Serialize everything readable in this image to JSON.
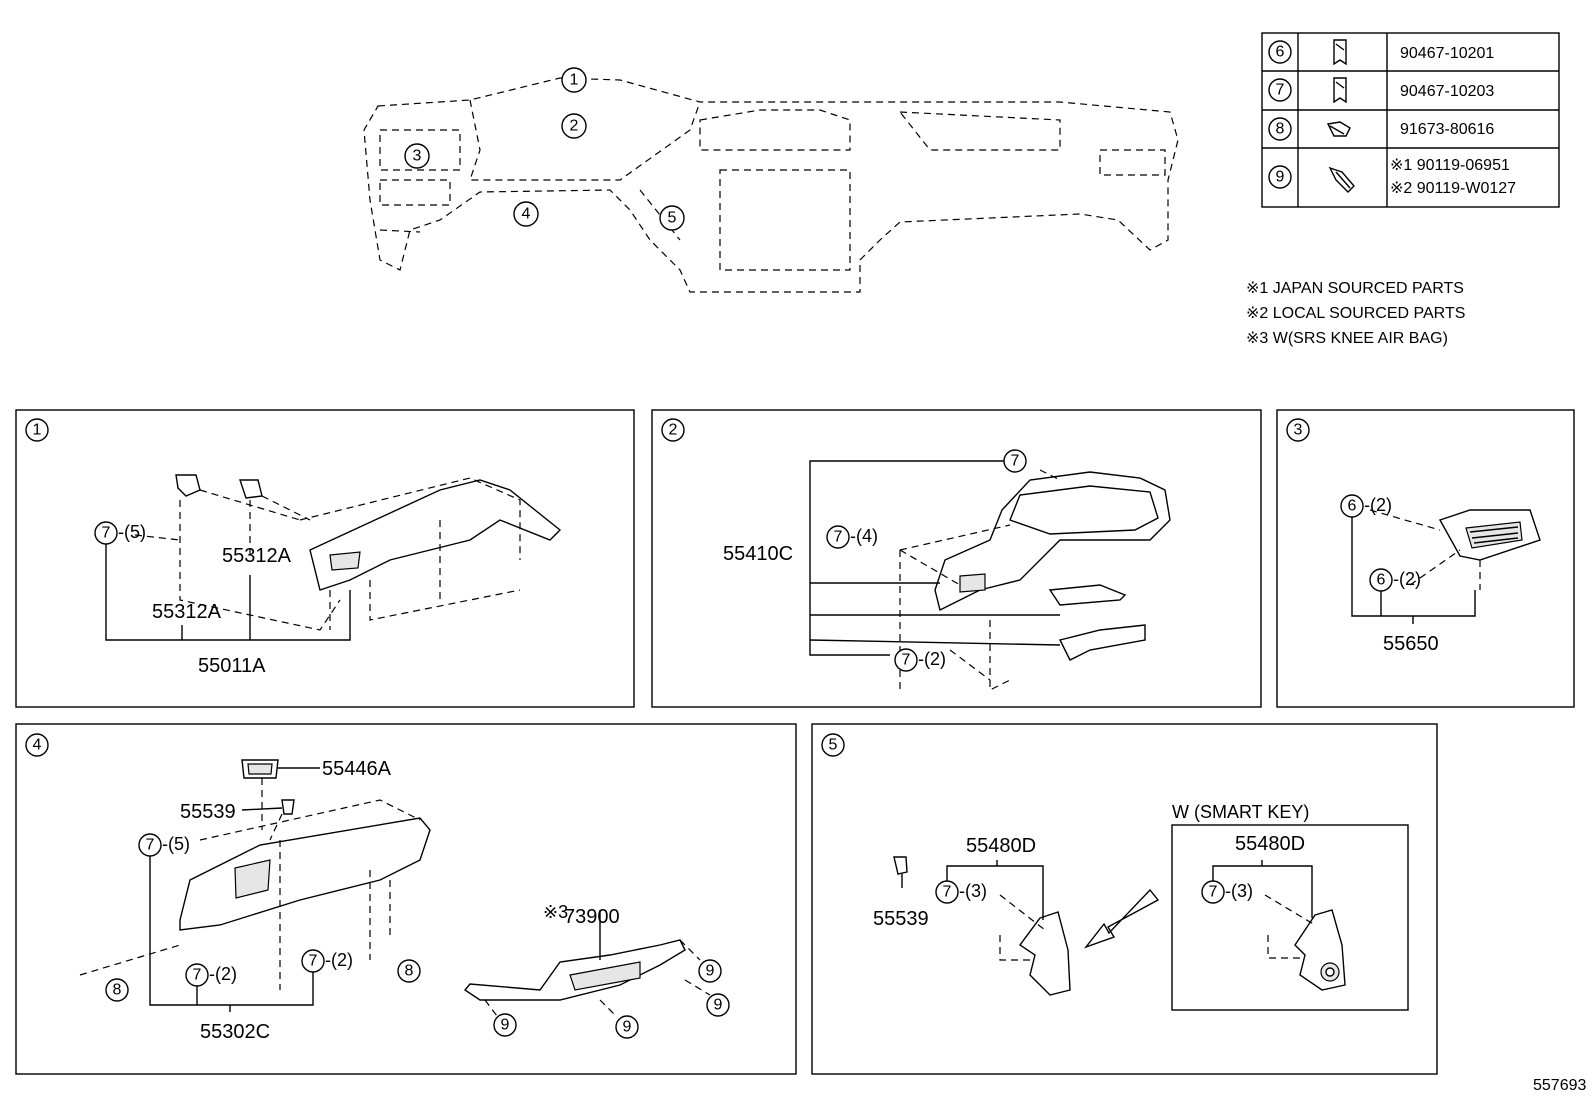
{
  "callouts": [
    "1",
    "2",
    "3",
    "4",
    "5",
    "6",
    "7",
    "8",
    "9"
  ],
  "fastener_table": {
    "rows": [
      {
        "ref": "6",
        "icon": "clip-icon",
        "part_no": "90467-10201"
      },
      {
        "ref": "7",
        "icon": "clip-icon",
        "part_no": "90467-10203"
      },
      {
        "ref": "8",
        "icon": "screw-icon",
        "part_no": "91673-80616"
      },
      {
        "ref": "9",
        "icon": "bolt-icon",
        "part_no_1": "※1 90119-06951",
        "part_no_2": "※2 90119-W0127"
      }
    ]
  },
  "notes": [
    "※1 JAPAN SOURCED PARTS",
    "※2 LOCAL SOURCED PARTS",
    "※3 W(SRS KNEE AIR BAG)"
  ],
  "panel1": {
    "parts": [
      "55312A",
      "55312A",
      "55011A"
    ],
    "qty7": "-(5)"
  },
  "panel2": {
    "parts": [
      "55410C"
    ],
    "qty7a": "-(4)",
    "qty7b": "-(2)"
  },
  "panel3": {
    "parts": [
      "55650"
    ],
    "qty6a": "-(2)",
    "qty6b": "-(2)"
  },
  "panel4": {
    "parts": [
      "55446A",
      "55539",
      "55302C",
      "73900"
    ],
    "qty7a": "-(5)",
    "qty7b": "-(2)",
    "qty7c": "-(2)",
    "airbag_mark": "※3"
  },
  "panel5": {
    "parts": [
      "55480D",
      "55539",
      "55480D"
    ],
    "qty7a": "-(3)",
    "qty7b": "-(3)",
    "smart_key_label": "W (SMART  KEY)"
  },
  "diagram_id": "557693"
}
